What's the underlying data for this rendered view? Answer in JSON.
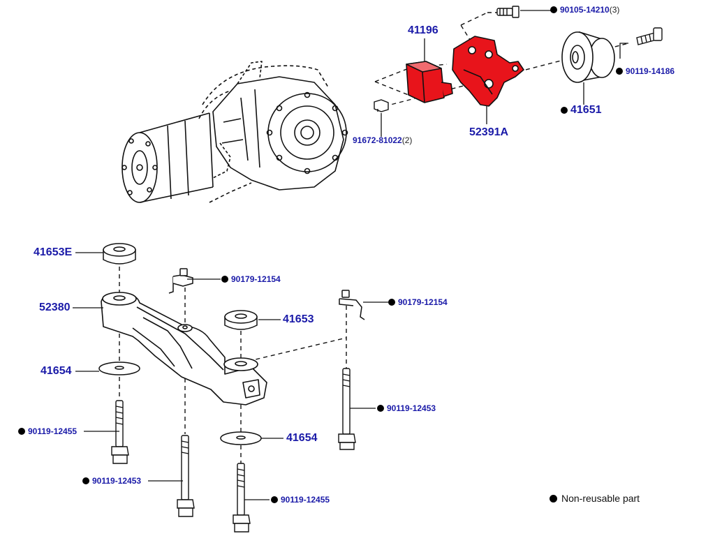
{
  "parts": {
    "p41196": "41196",
    "p90105": "90105-14210",
    "p90105_qty": "(3)",
    "p90119_14186": "90119-14186",
    "p41651": "41651",
    "p52391A": "52391A",
    "p91672": "91672-81022",
    "p91672_qty": "(2)",
    "p41653E": "41653E",
    "p52380": "52380",
    "p41654_left": "41654",
    "p90179_a": "90179-12154",
    "p90179_b": "90179-12154",
    "p41653": "41653",
    "p90119_12453_right": "90119-12453",
    "p41654_right": "41654",
    "p90119_12455_left": "90119-12455",
    "p90119_12453_bottom": "90119-12453",
    "p90119_12455_bottom": "90119-12455"
  },
  "legend": {
    "text": "Non-reusable part"
  },
  "colors": {
    "label": "#1a1aa8",
    "highlight": "#e8141b",
    "line": "#111111"
  }
}
